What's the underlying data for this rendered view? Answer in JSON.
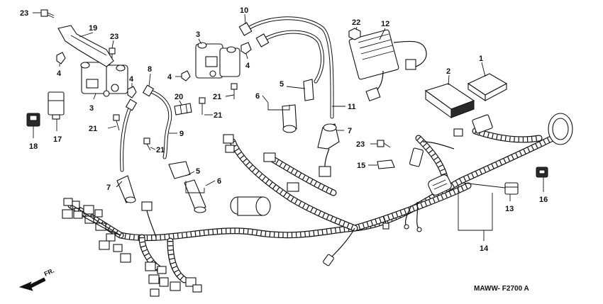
{
  "diagram": {
    "figure_code": "MAWW- F2700 A",
    "direction_label": "FR.",
    "callouts": [
      {
        "id": "c23a",
        "text": "23"
      },
      {
        "id": "c19",
        "text": "19"
      },
      {
        "id": "c23b",
        "text": "23"
      },
      {
        "id": "c4a",
        "text": "4"
      },
      {
        "id": "c3a",
        "text": "3"
      },
      {
        "id": "c4b",
        "text": "4"
      },
      {
        "id": "c17",
        "text": "17"
      },
      {
        "id": "c18",
        "text": "18"
      },
      {
        "id": "c8",
        "text": "8"
      },
      {
        "id": "c21a",
        "text": "21"
      },
      {
        "id": "c21b",
        "text": "21"
      },
      {
        "id": "c9",
        "text": "9"
      },
      {
        "id": "c20",
        "text": "20"
      },
      {
        "id": "c21c",
        "text": "21"
      },
      {
        "id": "c21d",
        "text": "21"
      },
      {
        "id": "c3b",
        "text": "3"
      },
      {
        "id": "c4c",
        "text": "4"
      },
      {
        "id": "c10",
        "text": "10"
      },
      {
        "id": "c4d",
        "text": "4"
      },
      {
        "id": "c5a",
        "text": "5"
      },
      {
        "id": "c6a",
        "text": "6"
      },
      {
        "id": "c11",
        "text": "11"
      },
      {
        "id": "c7a",
        "text": "7"
      },
      {
        "id": "c5b",
        "text": "5"
      },
      {
        "id": "c6b",
        "text": "6"
      },
      {
        "id": "c7b",
        "text": "7"
      },
      {
        "id": "c22",
        "text": "22"
      },
      {
        "id": "c12",
        "text": "12"
      },
      {
        "id": "c1",
        "text": "1"
      },
      {
        "id": "c2",
        "text": "2"
      },
      {
        "id": "c23c",
        "text": "23"
      },
      {
        "id": "c15",
        "text": "15"
      },
      {
        "id": "c13",
        "text": "13"
      },
      {
        "id": "c14",
        "text": "14"
      },
      {
        "id": "c16",
        "text": "16"
      }
    ]
  }
}
